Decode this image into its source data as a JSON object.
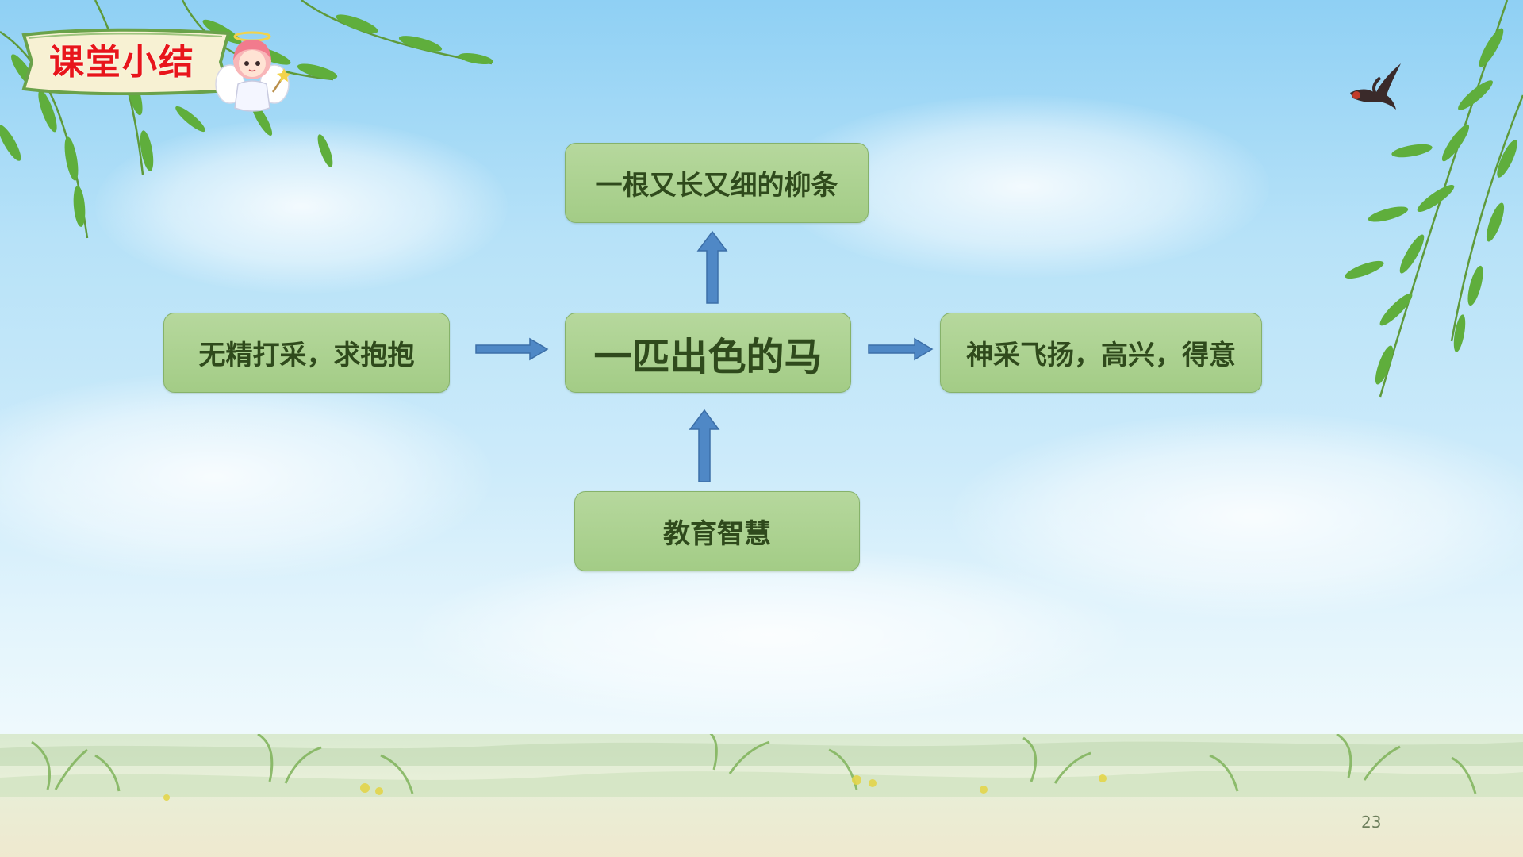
{
  "slide": {
    "title": "课堂小结",
    "page_number": "23"
  },
  "diagram": {
    "center": "一匹出色的马",
    "top": "一根又长又细的柳条",
    "left": "无精打采，求抱抱",
    "right": "神采飞扬，高兴，得意",
    "bottom": "教育智慧"
  },
  "icons": {
    "willow_left": "willow-branches-icon",
    "willow_right": "willow-branches-icon",
    "swallow": "swallow-bird-icon",
    "angel": "angel-girl-icon"
  },
  "colors": {
    "node_fill": "#a8cf8c",
    "node_text": "#2f4a1c",
    "arrow": "#4f88c6",
    "title_text": "#e8151b"
  }
}
